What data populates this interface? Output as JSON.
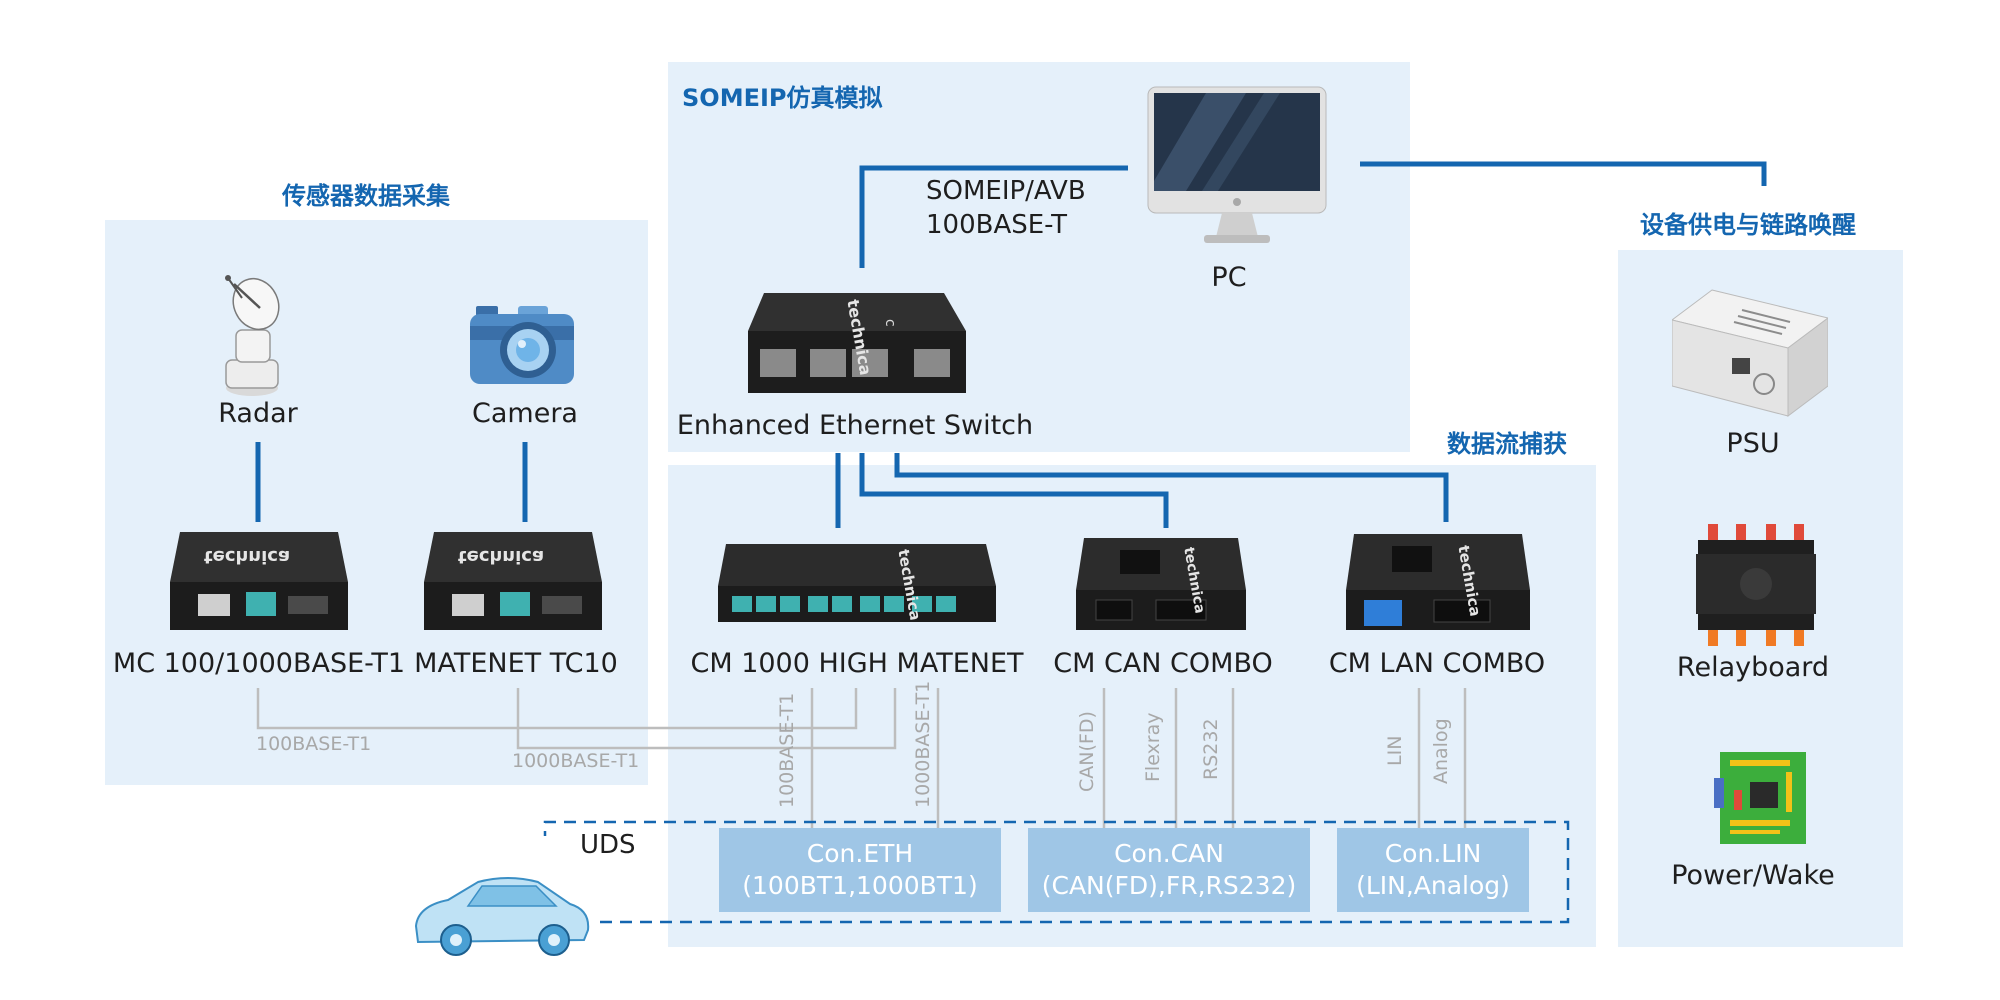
{
  "sections": {
    "sensor": "传感器数据采集",
    "someip": "SOMEIP仿真模拟",
    "power": "设备供电与链路唤醒",
    "capture": "数据流捕获"
  },
  "devices": {
    "radar": "Radar",
    "camera": "Camera",
    "mc": "MC 100/1000BASE-T1",
    "tc10": "MATENET TC10",
    "switch": "Enhanced Ethernet Switch",
    "pc": "PC",
    "cm_high": "CM 1000 HIGH MATENET",
    "cm_can": "CM CAN COMBO",
    "cm_lan": "CM LAN COMBO",
    "psu": "PSU",
    "relay": "Relayboard",
    "power_wake": "Power/Wake"
  },
  "link": {
    "line1": "SOMEIP/AVB",
    "line2": "100BASE-T"
  },
  "bus_labels": {
    "bt1_100": "100BASE-T1",
    "bt1_1000": "1000BASE-T1",
    "v_100": "100BASE-T1",
    "v_1000": "1000BASE-T1",
    "canfd": "CAN(FD)",
    "flexray": "Flexray",
    "rs232": "RS232",
    "lin": "LIN",
    "analog": "Analog"
  },
  "uds": "UDS",
  "connectors": {
    "eth": {
      "title": "Con.ETH",
      "sub": "(100BT1,1000BT1)"
    },
    "can": {
      "title": "Con.CAN",
      "sub": "(CAN(FD),FR,RS232)"
    },
    "lin": {
      "title": "Con.LIN",
      "sub": "(LIN,Analog)"
    }
  },
  "brand": "technica",
  "colors": {
    "accent": "#1466b0",
    "panel": "#e5f0fa",
    "connector": "#9fc6e6",
    "gray_line": "#bdbdbd"
  }
}
